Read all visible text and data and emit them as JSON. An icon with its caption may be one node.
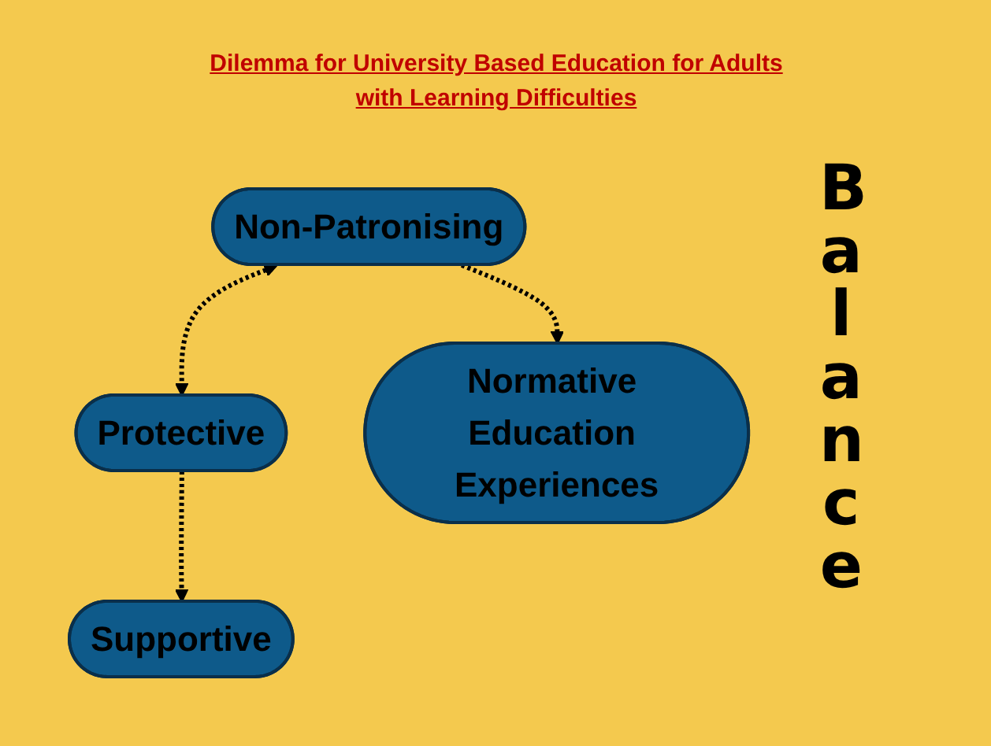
{
  "diagram": {
    "title": "Dilemma for University Based Education for Adults with Learning Difficulties",
    "nodes": [
      {
        "text": [
          "Non-Patronising"
        ]
      },
      {
        "text": [
          "Protective"
        ]
      },
      {
        "text": [
          "Normative Education Experiences"
        ]
      },
      {
        "text": [
          "Supportive"
        ]
      }
    ],
    "edges": [
      {
        "from": 0,
        "to": 1,
        "arrow": "both",
        "style": "dashed"
      },
      {
        "from": 0,
        "to": 2,
        "arrow": "to",
        "style": "dashed"
      },
      {
        "from": 1,
        "to": 3,
        "arrow": "to",
        "style": "dashed"
      }
    ],
    "labels": [
      "Balance"
    ]
  }
}
